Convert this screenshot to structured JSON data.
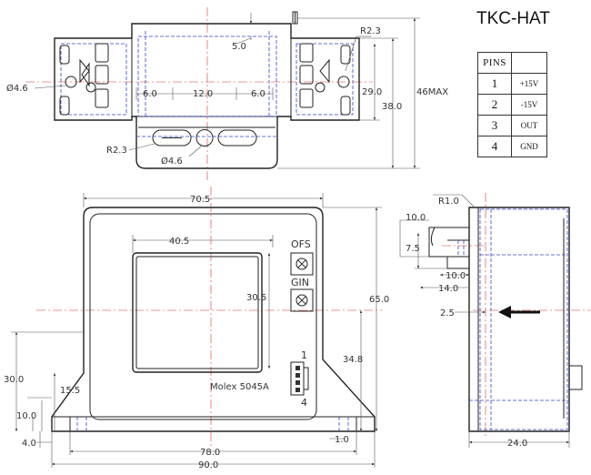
{
  "title": "TKC-HAT",
  "pin_table": {
    "header": [
      "PINS",
      ""
    ],
    "rows": [
      {
        "pin": "1",
        "signal": "+15V"
      },
      {
        "pin": "2",
        "signal": "-15V"
      },
      {
        "pin": "3",
        "signal": "OUT"
      },
      {
        "pin": "4",
        "signal": "GND"
      }
    ]
  },
  "top_view": {
    "dims": {
      "d_5_0": "5.0",
      "r_2_3_top": "R2.3",
      "dia_4_6_left": "Ø4.6",
      "d_6_0_a": "6.0",
      "d_12_0": "12.0",
      "d_6_0_b": "6.0",
      "d_29_0": "29.0",
      "d_38_0": "38.0",
      "d_46_max": "46MAX",
      "r_2_3_bottom": "R2.3",
      "dia_4_6_bottom": "Ø4.6"
    }
  },
  "front_view": {
    "labels": {
      "ofs": "OFS",
      "gin": "GIN",
      "pin_1": "1",
      "pin_4": "4",
      "connector": "Molex 5045A"
    },
    "dims": {
      "d_70_5": "70.5",
      "d_40_5": "40.5",
      "d_30_5": "30.5",
      "d_65_0": "65.0",
      "d_34_8": "34.8",
      "d_30_0": "30.0",
      "d_15_5": "15.5",
      "d_10_0": "10.0",
      "d_4_0": "4.0",
      "d_1_0": "1.0",
      "d_78_0": "78.0",
      "d_90_0": "90.0"
    }
  },
  "side_view": {
    "dims": {
      "r_1_0": "R1.0",
      "d_10_0_top": "10.0",
      "d_7_5": "7.5",
      "d_10_0_mid": "10.0",
      "d_14_0": "14.0",
      "d_2_5": "2.5",
      "d_24_0": "24.0"
    }
  },
  "colors": {
    "outline": "#222222",
    "hidden_line": "#3344cc",
    "center_line": "#e03030",
    "dimension_line": "#555555"
  }
}
